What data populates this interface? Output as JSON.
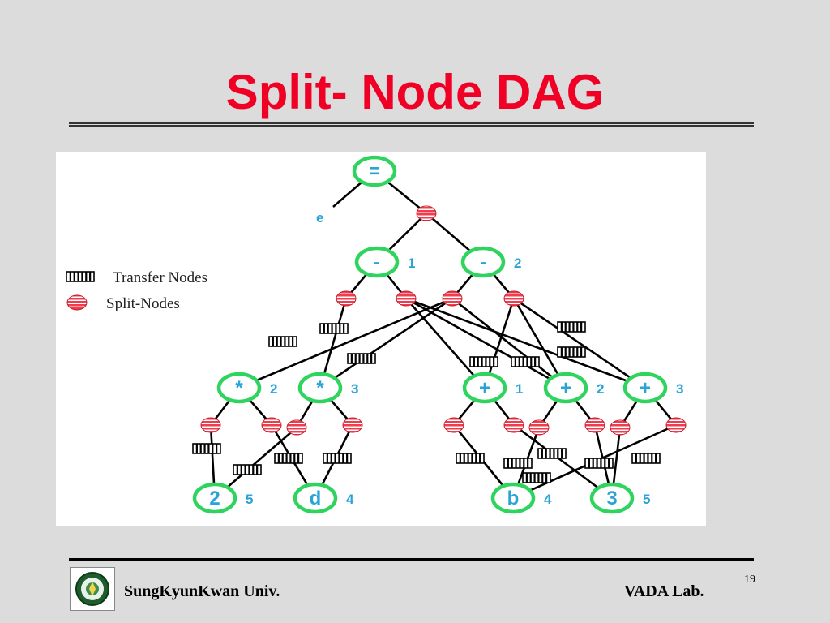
{
  "slide": {
    "title": "Split- Node DAG",
    "page_number": "19"
  },
  "footer": {
    "left": "SungKyunKwan Univ.",
    "right": "VADA Lab.",
    "logo_icon": "university-seal-icon"
  },
  "legend": {
    "transfer_label": "Transfer Nodes",
    "split_label": "Split-Nodes"
  },
  "diagram": {
    "colors": {
      "op_node_stroke": "#2fd45e",
      "label": "#2aa3d6",
      "split_fill": "#f03c4c",
      "edge": "#000000"
    },
    "op_nodes": [
      {
        "id": "eq",
        "label": "=",
        "note": ""
      },
      {
        "id": "m1",
        "label": "-",
        "note": "1"
      },
      {
        "id": "m2",
        "label": "-",
        "note": "2"
      },
      {
        "id": "t2",
        "label": "*",
        "note": "2"
      },
      {
        "id": "t3",
        "label": "*",
        "note": "3"
      },
      {
        "id": "p1",
        "label": "+",
        "note": "1"
      },
      {
        "id": "p2",
        "label": "+",
        "note": "2"
      },
      {
        "id": "p3",
        "label": "+",
        "note": "3"
      },
      {
        "id": "n2",
        "label": "2",
        "note": "5"
      },
      {
        "id": "nd",
        "label": "d",
        "note": "4"
      },
      {
        "id": "nb",
        "label": "b",
        "note": "4"
      },
      {
        "id": "n3",
        "label": "3",
        "note": "5"
      }
    ],
    "output_label": "e"
  }
}
